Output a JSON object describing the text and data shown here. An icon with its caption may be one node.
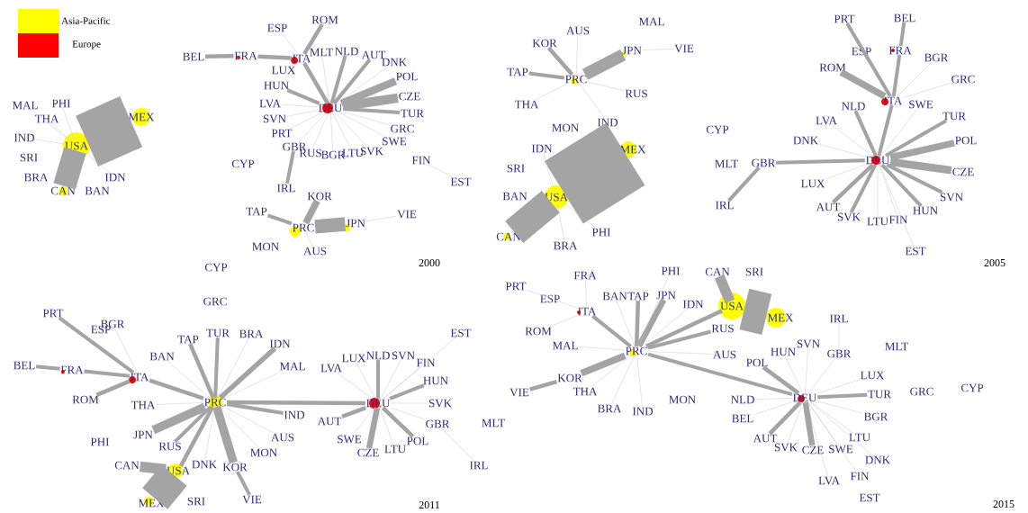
{
  "diagram": {
    "nodes": [
      {
        "text": [
          "MAL"
        ]
      },
      {
        "text": [
          "PHI"
        ]
      },
      {
        "text": [
          "MEX"
        ]
      },
      {
        "text": [
          "THA"
        ]
      },
      {
        "text": [
          "IND"
        ]
      },
      {
        "text": [
          "USA"
        ]
      },
      {
        "text": [
          "SRI"
        ]
      },
      {
        "text": [
          "BRA"
        ]
      },
      {
        "text": [
          "IDN"
        ]
      },
      {
        "text": [
          "CAN"
        ]
      },
      {
        "text": [
          "BAN"
        ]
      },
      {
        "text": [
          "ROM"
        ]
      },
      {
        "text": [
          "ESP"
        ]
      },
      {
        "text": [
          "MLT"
        ]
      },
      {
        "text": [
          "NLD"
        ]
      },
      {
        "text": [
          "AUT"
        ]
      },
      {
        "text": [
          "BEL"
        ]
      },
      {
        "text": [
          "FRA"
        ]
      },
      {
        "text": [
          "ITA"
        ]
      },
      {
        "text": [
          "DNK"
        ]
      },
      {
        "text": [
          "LUX"
        ]
      },
      {
        "text": [
          "POL"
        ]
      },
      {
        "text": [
          "HUN"
        ]
      },
      {
        "text": [
          "CZE"
        ]
      },
      {
        "text": [
          "LVA"
        ]
      },
      {
        "text": [
          "DEU"
        ]
      },
      {
        "text": [
          "TUR"
        ]
      },
      {
        "text": [
          "SVN"
        ]
      },
      {
        "text": [
          "GRC"
        ]
      },
      {
        "text": [
          "PRT"
        ]
      },
      {
        "text": [
          "SWE"
        ]
      },
      {
        "text": [
          "GBR"
        ]
      },
      {
        "text": [
          "RUS"
        ]
      },
      {
        "text": [
          "SVK"
        ]
      },
      {
        "text": [
          "LTU"
        ]
      },
      {
        "text": [
          "BGR"
        ]
      },
      {
        "text": [
          "FIN"
        ]
      },
      {
        "text": [
          "CYP"
        ]
      },
      {
        "text": [
          "EST"
        ]
      },
      {
        "text": [
          "IRL"
        ]
      },
      {
        "text": [
          "KOR"
        ]
      },
      {
        "text": [
          "TAP"
        ]
      },
      {
        "text": [
          "VIE"
        ]
      },
      {
        "text": [
          "JPN"
        ]
      },
      {
        "text": [
          "PRC"
        ]
      },
      {
        "text": [
          "MON"
        ]
      },
      {
        "text": [
          "AUS"
        ]
      },
      {
        "text": [
          "MAL"
        ]
      },
      {
        "text": [
          "AUS"
        ]
      },
      {
        "text": [
          "KOR"
        ]
      },
      {
        "text": [
          "VIE"
        ]
      },
      {
        "text": [
          "JPN"
        ]
      },
      {
        "text": [
          "TAP"
        ]
      },
      {
        "text": [
          "PRC"
        ]
      },
      {
        "text": [
          "RUS"
        ]
      },
      {
        "text": [
          "THA"
        ]
      },
      {
        "text": [
          "IND"
        ]
      },
      {
        "text": [
          "MON"
        ]
      },
      {
        "text": [
          "CYP"
        ]
      },
      {
        "text": [
          "IDN"
        ]
      },
      {
        "text": [
          "MEX"
        ]
      },
      {
        "text": [
          "MLT"
        ]
      },
      {
        "text": [
          "SRI"
        ]
      },
      {
        "text": [
          "BAN"
        ]
      },
      {
        "text": [
          "USA"
        ]
      },
      {
        "text": [
          "PHI"
        ]
      },
      {
        "text": [
          "CAN"
        ]
      },
      {
        "text": [
          "BRA"
        ]
      },
      {
        "text": [
          "BEL"
        ]
      },
      {
        "text": [
          "PRT"
        ]
      },
      {
        "text": [
          "FRA"
        ]
      },
      {
        "text": [
          "ESP"
        ]
      },
      {
        "text": [
          "BGR"
        ]
      },
      {
        "text": [
          "ROM"
        ]
      },
      {
        "text": [
          "GRC"
        ]
      },
      {
        "text": [
          "ITA"
        ]
      },
      {
        "text": [
          "SWE"
        ]
      },
      {
        "text": [
          "NLD"
        ]
      },
      {
        "text": [
          "TUR"
        ]
      },
      {
        "text": [
          "LVA"
        ]
      },
      {
        "text": [
          "DNK"
        ]
      },
      {
        "text": [
          "POL"
        ]
      },
      {
        "text": [
          "DEU"
        ]
      },
      {
        "text": [
          "GBR"
        ]
      },
      {
        "text": [
          "CZE"
        ]
      },
      {
        "text": [
          "LUX"
        ]
      },
      {
        "text": [
          "SVN"
        ]
      },
      {
        "text": [
          "IRL"
        ]
      },
      {
        "text": [
          "AUT"
        ]
      },
      {
        "text": [
          "HUN"
        ]
      },
      {
        "text": [
          "SVK"
        ]
      },
      {
        "text": [
          "FIN"
        ]
      },
      {
        "text": [
          "LTU"
        ]
      },
      {
        "text": [
          "EST"
        ]
      },
      {
        "text": [
          "CYP"
        ]
      },
      {
        "text": [
          "GRC"
        ]
      },
      {
        "text": [
          "PRT"
        ]
      },
      {
        "text": [
          "BGR"
        ]
      },
      {
        "text": [
          "TUR"
        ]
      },
      {
        "text": [
          "EST"
        ]
      },
      {
        "text": [
          "BRA"
        ]
      },
      {
        "text": [
          "TAP"
        ]
      },
      {
        "text": [
          "ESP"
        ]
      },
      {
        "text": [
          "IDN"
        ]
      },
      {
        "text": [
          "NLD"
        ]
      },
      {
        "text": [
          "SVN"
        ]
      },
      {
        "text": [
          "BAN"
        ]
      },
      {
        "text": [
          "LUX"
        ]
      },
      {
        "text": [
          "FIN"
        ]
      },
      {
        "text": [
          "BEL"
        ]
      },
      {
        "text": [
          "MAL"
        ]
      },
      {
        "text": [
          "LVA"
        ]
      },
      {
        "text": [
          "FRA"
        ]
      },
      {
        "text": [
          "ITA"
        ]
      },
      {
        "text": [
          "HUN"
        ]
      },
      {
        "text": [
          "ROM"
        ]
      },
      {
        "text": [
          "PRC"
        ]
      },
      {
        "text": [
          "DEU"
        ]
      },
      {
        "text": [
          "SVK"
        ]
      },
      {
        "text": [
          "THA"
        ]
      },
      {
        "text": [
          "IND"
        ]
      },
      {
        "text": [
          "AUT"
        ]
      },
      {
        "text": [
          "MLT"
        ]
      },
      {
        "text": [
          "GBR"
        ]
      },
      {
        "text": [
          "JPN"
        ]
      },
      {
        "text": [
          "AUS"
        ]
      },
      {
        "text": [
          "SWE"
        ]
      },
      {
        "text": [
          "POL"
        ]
      },
      {
        "text": [
          "PHI"
        ]
      },
      {
        "text": [
          "RUS"
        ]
      },
      {
        "text": [
          "LTU"
        ]
      },
      {
        "text": [
          "CZE"
        ]
      },
      {
        "text": [
          "MON"
        ]
      },
      {
        "text": [
          "DNK"
        ]
      },
      {
        "text": [
          "CAN"
        ]
      },
      {
        "text": [
          "IRL"
        ]
      },
      {
        "text": [
          "KOR"
        ]
      },
      {
        "text": [
          "USA"
        ]
      },
      {
        "text": [
          "VIE"
        ]
      },
      {
        "text": [
          "SRI"
        ]
      },
      {
        "text": [
          "MEX"
        ]
      },
      {
        "text": [
          "PHI"
        ]
      },
      {
        "text": [
          "CAN"
        ]
      },
      {
        "text": [
          "SRI"
        ]
      },
      {
        "text": [
          "FRA"
        ]
      },
      {
        "text": [
          "PRT"
        ]
      },
      {
        "text": [
          "BAN"
        ]
      },
      {
        "text": [
          "TAP"
        ]
      },
      {
        "text": [
          "JPN"
        ]
      },
      {
        "text": [
          "ESP"
        ]
      },
      {
        "text": [
          "IDN"
        ]
      },
      {
        "text": [
          "USA"
        ]
      },
      {
        "text": [
          "ITA"
        ]
      },
      {
        "text": [
          "MEX"
        ]
      },
      {
        "text": [
          "IRL"
        ]
      },
      {
        "text": [
          "RUS"
        ]
      },
      {
        "text": [
          "ROM"
        ]
      },
      {
        "text": [
          "SVN"
        ]
      },
      {
        "text": [
          "MAL"
        ]
      },
      {
        "text": [
          "MLT"
        ]
      },
      {
        "text": [
          "PRC"
        ]
      },
      {
        "text": [
          "HUN"
        ]
      },
      {
        "text": [
          "AUS"
        ]
      },
      {
        "text": [
          "GBR"
        ]
      },
      {
        "text": [
          "POL"
        ]
      },
      {
        "text": [
          "LUX"
        ]
      },
      {
        "text": [
          "KOR"
        ]
      },
      {
        "text": [
          "CYP"
        ]
      },
      {
        "text": [
          "THA"
        ]
      },
      {
        "text": [
          "GRC"
        ]
      },
      {
        "text": [
          "VIE"
        ]
      },
      {
        "text": [
          "TUR"
        ]
      },
      {
        "text": [
          "DEU"
        ]
      },
      {
        "text": [
          "NLD"
        ]
      },
      {
        "text": [
          "MON"
        ]
      },
      {
        "text": [
          "BRA"
        ]
      },
      {
        "text": [
          "IND"
        ]
      },
      {
        "text": [
          "BGR"
        ]
      },
      {
        "text": [
          "BEL"
        ]
      },
      {
        "text": [
          "LTU"
        ]
      },
      {
        "text": [
          "AUT"
        ]
      },
      {
        "text": [
          "SVK"
        ]
      },
      {
        "text": [
          "SWE"
        ]
      },
      {
        "text": [
          "CZE"
        ]
      },
      {
        "text": [
          "DNK"
        ]
      },
      {
        "text": [
          "FIN"
        ]
      },
      {
        "text": [
          "LVA"
        ]
      },
      {
        "text": [
          "EST"
        ]
      }
    ],
    "edges": [
      {
        "from": 5,
        "to": 2,
        "arrow": "none",
        "style": "thick"
      },
      {
        "from": 5,
        "to": 9,
        "arrow": "none",
        "style": "thick"
      },
      {
        "from": 5,
        "to": 0,
        "arrow": "none"
      },
      {
        "from": 5,
        "to": 1,
        "arrow": "none"
      },
      {
        "from": 5,
        "to": 3,
        "arrow": "none"
      },
      {
        "from": 5,
        "to": 4,
        "arrow": "none"
      },
      {
        "from": 5,
        "to": 8,
        "arrow": "none"
      },
      {
        "from": 16,
        "to": 17,
        "arrow": "none",
        "style": "thick"
      },
      {
        "from": 17,
        "to": 18,
        "arrow": "none",
        "style": "thick"
      },
      {
        "from": 18,
        "to": 11,
        "arrow": "none",
        "style": "thick"
      },
      {
        "from": 18,
        "to": 12,
        "arrow": "none"
      },
      {
        "from": 18,
        "to": 25,
        "arrow": "none",
        "style": "thick"
      },
      {
        "from": 25,
        "to": 13,
        "arrow": "none"
      },
      {
        "from": 25,
        "to": 14,
        "arrow": "none",
        "style": "thick"
      },
      {
        "from": 25,
        "to": 15,
        "arrow": "none",
        "style": "thick"
      },
      {
        "from": 25,
        "to": 19,
        "arrow": "none"
      },
      {
        "from": 25,
        "to": 21,
        "arrow": "none",
        "style": "thick"
      },
      {
        "from": 25,
        "to": 23,
        "arrow": "none",
        "style": "thick"
      },
      {
        "from": 25,
        "to": 26,
        "arrow": "none",
        "style": "thick"
      },
      {
        "from": 25,
        "to": 28,
        "arrow": "none"
      },
      {
        "from": 25,
        "to": 30,
        "arrow": "none"
      },
      {
        "from": 25,
        "to": 33,
        "arrow": "none"
      },
      {
        "from": 25,
        "to": 34,
        "arrow": "none"
      },
      {
        "from": 25,
        "to": 35,
        "arrow": "none"
      },
      {
        "from": 25,
        "to": 32,
        "arrow": "none"
      },
      {
        "from": 25,
        "to": 31,
        "arrow": "none"
      },
      {
        "from": 25,
        "to": 29,
        "arrow": "none"
      },
      {
        "from": 25,
        "to": 27,
        "arrow": "none"
      },
      {
        "from": 25,
        "to": 24,
        "arrow": "none"
      },
      {
        "from": 25,
        "to": 22,
        "arrow": "none",
        "style": "thick"
      },
      {
        "from": 31,
        "to": 39,
        "arrow": "none",
        "style": "thick"
      },
      {
        "from": 36,
        "to": 38,
        "arrow": "none"
      },
      {
        "from": 44,
        "to": 40,
        "arrow": "none",
        "style": "thick"
      },
      {
        "from": 44,
        "to": 43,
        "arrow": "none",
        "style": "thick"
      },
      {
        "from": 44,
        "to": 41,
        "arrow": "none",
        "style": "thick"
      },
      {
        "from": 44,
        "to": 46,
        "arrow": "none"
      },
      {
        "from": 43,
        "to": 42,
        "arrow": "none"
      },
      {
        "from": 53,
        "to": 49,
        "arrow": "none",
        "style": "thick"
      },
      {
        "from": 53,
        "to": 48,
        "arrow": "none"
      },
      {
        "from": 53,
        "to": 51,
        "arrow": "none",
        "style": "thick"
      },
      {
        "from": 51,
        "to": 50,
        "arrow": "none"
      },
      {
        "from": 53,
        "to": 52,
        "arrow": "none",
        "style": "thick"
      },
      {
        "from": 53,
        "to": 54,
        "arrow": "none"
      },
      {
        "from": 53,
        "to": 55,
        "arrow": "none"
      },
      {
        "from": 53,
        "to": 56,
        "arrow": "none"
      },
      {
        "from": 64,
        "to": 60,
        "arrow": "none",
        "style": "thick"
      },
      {
        "from": 64,
        "to": 66,
        "arrow": "none",
        "style": "thick"
      },
      {
        "from": 64,
        "to": 59,
        "arrow": "none"
      },
      {
        "from": 64,
        "to": 67,
        "arrow": "none"
      },
      {
        "from": 64,
        "to": 65,
        "arrow": "none"
      },
      {
        "from": 75,
        "to": 69,
        "arrow": "none",
        "style": "thick"
      },
      {
        "from": 75,
        "to": 70,
        "arrow": "none",
        "style": "thick"
      },
      {
        "from": 70,
        "to": 68,
        "arrow": "none",
        "style": "thick"
      },
      {
        "from": 75,
        "to": 73,
        "arrow": "none",
        "style": "thick"
      },
      {
        "from": 75,
        "to": 72,
        "arrow": "none"
      },
      {
        "from": 75,
        "to": 74,
        "arrow": "none"
      },
      {
        "from": 75,
        "to": 82,
        "arrow": "none",
        "style": "thick"
      },
      {
        "from": 82,
        "to": 77,
        "arrow": "none",
        "style": "thick"
      },
      {
        "from": 82,
        "to": 76,
        "arrow": "none"
      },
      {
        "from": 82,
        "to": 78,
        "arrow": "none",
        "style": "thick"
      },
      {
        "from": 82,
        "to": 81,
        "arrow": "none",
        "style": "thick"
      },
      {
        "from": 82,
        "to": 84,
        "arrow": "none",
        "style": "thick"
      },
      {
        "from": 82,
        "to": 86,
        "arrow": "none",
        "style": "thick"
      },
      {
        "from": 82,
        "to": 89,
        "arrow": "none",
        "style": "thick"
      },
      {
        "from": 82,
        "to": 91,
        "arrow": "none"
      },
      {
        "from": 82,
        "to": 93,
        "arrow": "none"
      },
      {
        "from": 82,
        "to": 92,
        "arrow": "none"
      },
      {
        "from": 82,
        "to": 90,
        "arrow": "none",
        "style": "thick"
      },
      {
        "from": 82,
        "to": 88,
        "arrow": "none",
        "style": "thick"
      },
      {
        "from": 82,
        "to": 85,
        "arrow": "none"
      },
      {
        "from": 82,
        "to": 83,
        "arrow": "none",
        "style": "thick"
      },
      {
        "from": 82,
        "to": 80,
        "arrow": "none"
      },
      {
        "from": 82,
        "to": 79,
        "arrow": "none"
      },
      {
        "from": 83,
        "to": 87,
        "arrow": "none",
        "style": "thick"
      },
      {
        "from": 113,
        "to": 96,
        "arrow": "none",
        "style": "thick"
      },
      {
        "from": 113,
        "to": 97,
        "arrow": "none"
      },
      {
        "from": 113,
        "to": 112,
        "arrow": "none",
        "style": "thick"
      },
      {
        "from": 112,
        "to": 109,
        "arrow": "none",
        "style": "thick"
      },
      {
        "from": 113,
        "to": 115,
        "arrow": "none",
        "style": "thick"
      },
      {
        "from": 113,
        "to": 116,
        "arrow": "none",
        "style": "thick"
      },
      {
        "from": 116,
        "to": 106,
        "arrow": "none"
      },
      {
        "from": 116,
        "to": 101,
        "arrow": "none",
        "style": "thick"
      },
      {
        "from": 116,
        "to": 98,
        "arrow": "none",
        "style": "thick"
      },
      {
        "from": 116,
        "to": 100,
        "arrow": "none"
      },
      {
        "from": 116,
        "to": 103,
        "arrow": "none",
        "style": "thick"
      },
      {
        "from": 116,
        "to": 110,
        "arrow": "none"
      },
      {
        "from": 116,
        "to": 119,
        "arrow": "none"
      },
      {
        "from": 116,
        "to": 120,
        "arrow": "none",
        "style": "thick"
      },
      {
        "from": 116,
        "to": 125,
        "arrow": "none"
      },
      {
        "from": 116,
        "to": 132,
        "arrow": "none"
      },
      {
        "from": 116,
        "to": 136,
        "arrow": "none",
        "style": "thick"
      },
      {
        "from": 136,
        "to": 138,
        "arrow": "none",
        "style": "thick"
      },
      {
        "from": 116,
        "to": 124,
        "arrow": "none",
        "style": "thick"
      },
      {
        "from": 116,
        "to": 129,
        "arrow": "none",
        "style": "thick"
      },
      {
        "from": 116,
        "to": 137,
        "arrow": "none",
        "style": "thick"
      },
      {
        "from": 116,
        "to": 133,
        "arrow": "none"
      },
      {
        "from": 116,
        "to": 117,
        "arrow": "none",
        "style": "thick"
      },
      {
        "from": 137,
        "to": 134,
        "arrow": "none",
        "style": "thick"
      },
      {
        "from": 137,
        "to": 140,
        "arrow": "none",
        "style": "thick"
      },
      {
        "from": 117,
        "to": 107,
        "arrow": "none"
      },
      {
        "from": 117,
        "to": 104,
        "arrow": "none",
        "style": "thick"
      },
      {
        "from": 117,
        "to": 105,
        "arrow": "none"
      },
      {
        "from": 117,
        "to": 108,
        "arrow": "none"
      },
      {
        "from": 117,
        "to": 99,
        "arrow": "none"
      },
      {
        "from": 117,
        "to": 114,
        "arrow": "none",
        "style": "thick"
      },
      {
        "from": 117,
        "to": 118,
        "arrow": "none"
      },
      {
        "from": 117,
        "to": 123,
        "arrow": "none"
      },
      {
        "from": 117,
        "to": 121,
        "arrow": "none",
        "style": "thick"
      },
      {
        "from": 117,
        "to": 126,
        "arrow": "none"
      },
      {
        "from": 117,
        "to": 131,
        "arrow": "none",
        "style": "thick"
      },
      {
        "from": 117,
        "to": 130,
        "arrow": "none"
      },
      {
        "from": 117,
        "to": 127,
        "arrow": "none",
        "style": "thick"
      },
      {
        "from": 117,
        "to": 111,
        "arrow": "none"
      },
      {
        "from": 123,
        "to": 135,
        "arrow": "none"
      },
      {
        "from": 152,
        "to": 145,
        "arrow": "none"
      },
      {
        "from": 152,
        "to": 144,
        "arrow": "none"
      },
      {
        "from": 152,
        "to": 156,
        "arrow": "none"
      },
      {
        "from": 152,
        "to": 160,
        "arrow": "none",
        "style": "thick"
      },
      {
        "from": 160,
        "to": 146,
        "arrow": "none"
      },
      {
        "from": 160,
        "to": 147,
        "arrow": "none",
        "style": "thick"
      },
      {
        "from": 160,
        "to": 148,
        "arrow": "none",
        "style": "thick"
      },
      {
        "from": 160,
        "to": 150,
        "arrow": "none"
      },
      {
        "from": 160,
        "to": 151,
        "arrow": "none",
        "style": "thick"
      },
      {
        "from": 160,
        "to": 155,
        "arrow": "none",
        "style": "thick"
      },
      {
        "from": 160,
        "to": 162,
        "arrow": "none"
      },
      {
        "from": 160,
        "to": 158,
        "arrow": "none"
      },
      {
        "from": 160,
        "to": 166,
        "arrow": "none",
        "style": "thick"
      },
      {
        "from": 166,
        "to": 170,
        "arrow": "none",
        "style": "thick"
      },
      {
        "from": 160,
        "to": 168,
        "arrow": "none"
      },
      {
        "from": 160,
        "to": 175,
        "arrow": "none"
      },
      {
        "from": 160,
        "to": 176,
        "arrow": "none"
      },
      {
        "from": 160,
        "to": 172,
        "arrow": "none",
        "style": "thick"
      },
      {
        "from": 160,
        "to": 141,
        "arrow": "none"
      },
      {
        "from": 151,
        "to": 142,
        "arrow": "none",
        "style": "thick"
      },
      {
        "from": 151,
        "to": 153,
        "arrow": "none",
        "style": "thick"
      },
      {
        "from": 172,
        "to": 164,
        "arrow": "none",
        "style": "thick"
      },
      {
        "from": 172,
        "to": 161,
        "arrow": "none"
      },
      {
        "from": 172,
        "to": 157,
        "arrow": "none"
      },
      {
        "from": 172,
        "to": 163,
        "arrow": "none"
      },
      {
        "from": 163,
        "to": 154,
        "arrow": "none"
      },
      {
        "from": 172,
        "to": 165,
        "arrow": "none"
      },
      {
        "from": 172,
        "to": 171,
        "arrow": "none",
        "style": "thick"
      },
      {
        "from": 172,
        "to": 177,
        "arrow": "none"
      },
      {
        "from": 172,
        "to": 179,
        "arrow": "none"
      },
      {
        "from": 172,
        "to": 182,
        "arrow": "none"
      },
      {
        "from": 172,
        "to": 184,
        "arrow": "none"
      },
      {
        "from": 172,
        "to": 185,
        "arrow": "none"
      },
      {
        "from": 172,
        "to": 186,
        "arrow": "none"
      },
      {
        "from": 172,
        "to": 183,
        "arrow": "none",
        "style": "thick"
      },
      {
        "from": 172,
        "to": 181,
        "arrow": "none"
      },
      {
        "from": 172,
        "to": 180,
        "arrow": "none",
        "style": "thick"
      },
      {
        "from": 172,
        "to": 178,
        "arrow": "none"
      },
      {
        "from": 172,
        "to": 173,
        "arrow": "none"
      }
    ],
    "labels": [
      "2000",
      "2005",
      "2011",
      "2015"
    ],
    "legend": [
      {
        "text": "Asia-Pacific",
        "color": "#ffff00"
      },
      {
        "text": "Europe",
        "color": "#ff0000"
      }
    ]
  }
}
